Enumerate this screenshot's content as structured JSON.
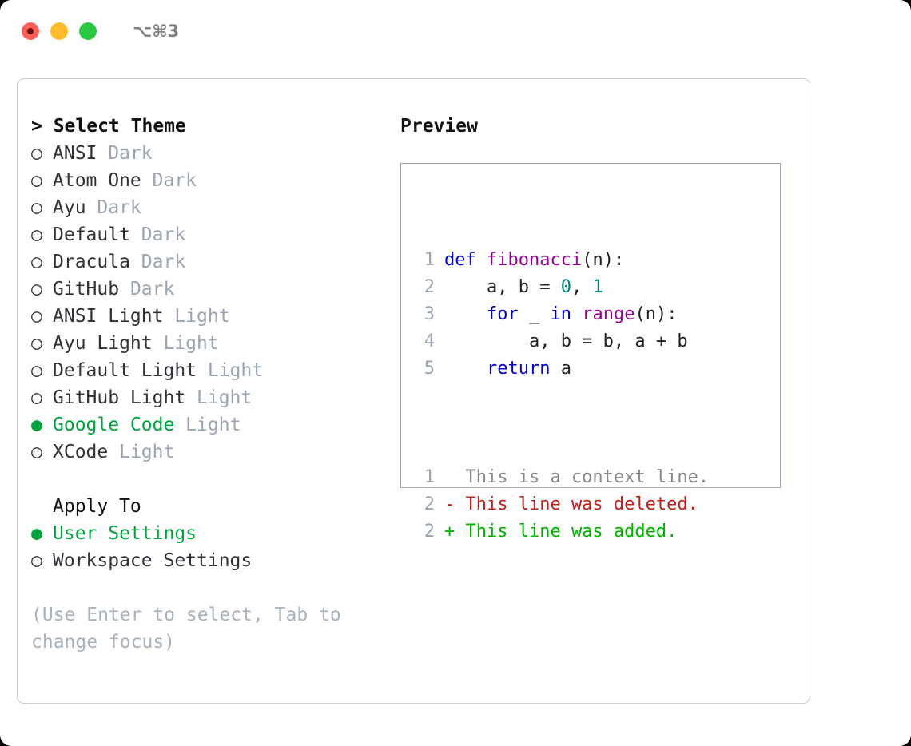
{
  "titlebar": {
    "shortcut": "⌥⌘3",
    "lights": [
      {
        "name": "close",
        "color": "#ff5f57"
      },
      {
        "name": "minimize",
        "color": "#ffbd2e"
      },
      {
        "name": "maximize",
        "color": "#28c840"
      }
    ]
  },
  "theme_picker": {
    "heading": "> Select Theme",
    "bullet_on": "●",
    "bullet_off": "○",
    "options": [
      {
        "name": "ANSI",
        "variant": "Dark",
        "selected": false
      },
      {
        "name": "Atom One",
        "variant": "Dark",
        "selected": false
      },
      {
        "name": "Ayu",
        "variant": "Dark",
        "selected": false
      },
      {
        "name": "Default",
        "variant": "Dark",
        "selected": false
      },
      {
        "name": "Dracula",
        "variant": "Dark",
        "selected": false
      },
      {
        "name": "GitHub",
        "variant": "Dark",
        "selected": false
      },
      {
        "name": "ANSI Light",
        "variant": "Light",
        "selected": false
      },
      {
        "name": "Ayu Light",
        "variant": "Light",
        "selected": false
      },
      {
        "name": "Default Light",
        "variant": "Light",
        "selected": false
      },
      {
        "name": "GitHub Light",
        "variant": "Light",
        "selected": false
      },
      {
        "name": "Google Code",
        "variant": "Light",
        "selected": true
      },
      {
        "name": "XCode",
        "variant": "Light",
        "selected": false
      }
    ]
  },
  "apply_to": {
    "heading": "Apply To",
    "options": [
      {
        "name": "User Settings",
        "selected": true
      },
      {
        "name": "Workspace Settings",
        "selected": false
      }
    ]
  },
  "hint": "(Use Enter to select, Tab to change focus)",
  "preview": {
    "title": "Preview",
    "code_lines": [
      {
        "num": "1",
        "tokens": [
          {
            "t": "def ",
            "c": "kw"
          },
          {
            "t": "fibonacci",
            "c": "fn"
          },
          {
            "t": "(n):",
            "c": "punc"
          }
        ]
      },
      {
        "num": "2",
        "tokens": [
          {
            "t": "    a, b = ",
            "c": "txt"
          },
          {
            "t": "0",
            "c": "num"
          },
          {
            "t": ", ",
            "c": "txt"
          },
          {
            "t": "1",
            "c": "num"
          }
        ]
      },
      {
        "num": "3",
        "tokens": [
          {
            "t": "    ",
            "c": "txt"
          },
          {
            "t": "for",
            "c": "kw"
          },
          {
            "t": " _ ",
            "c": "txt"
          },
          {
            "t": "in",
            "c": "kw"
          },
          {
            "t": " ",
            "c": "txt"
          },
          {
            "t": "range",
            "c": "fn"
          },
          {
            "t": "(n):",
            "c": "punc"
          }
        ]
      },
      {
        "num": "4",
        "tokens": [
          {
            "t": "        a, b = b, a + b",
            "c": "txt"
          }
        ]
      },
      {
        "num": "5",
        "tokens": [
          {
            "t": "    ",
            "c": "txt"
          },
          {
            "t": "return",
            "c": "kw"
          },
          {
            "t": " a",
            "c": "txt"
          }
        ]
      }
    ],
    "diff_lines": [
      {
        "num": "1",
        "marker": "  ",
        "text": "This is a context line.",
        "kind": "ctx"
      },
      {
        "num": "2",
        "marker": "- ",
        "text": "This line was deleted.",
        "kind": "del"
      },
      {
        "num": "2",
        "marker": "+ ",
        "text": "This line was added.",
        "kind": "add"
      }
    ]
  },
  "colors": {
    "accent_green": "#00a33f",
    "muted": "#9aa5b1",
    "keyword": "#0000cc",
    "function": "#990099",
    "number": "#008080",
    "diff_add": "#00b100",
    "diff_del": "#c0201a"
  }
}
